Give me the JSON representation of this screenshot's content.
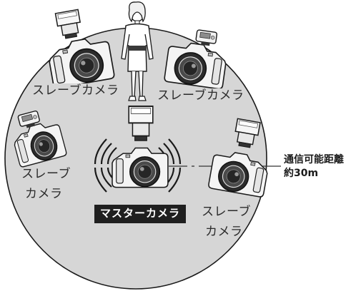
{
  "labels": {
    "slave_top_left": "スレーブカメラ",
    "slave_top_right": "スレーブカメラ",
    "slave_left_line1": "スレーブ",
    "slave_left_line2": "カメラ",
    "slave_right_line1": "スレーブ",
    "slave_right_line2": "カメラ",
    "master": "マスターカメラ"
  },
  "range": {
    "line1": "通信可能距離",
    "line2": "約30m"
  },
  "colors": {
    "circle_fill": "#d6d6d6",
    "label_dark": "#1f1f1f"
  }
}
